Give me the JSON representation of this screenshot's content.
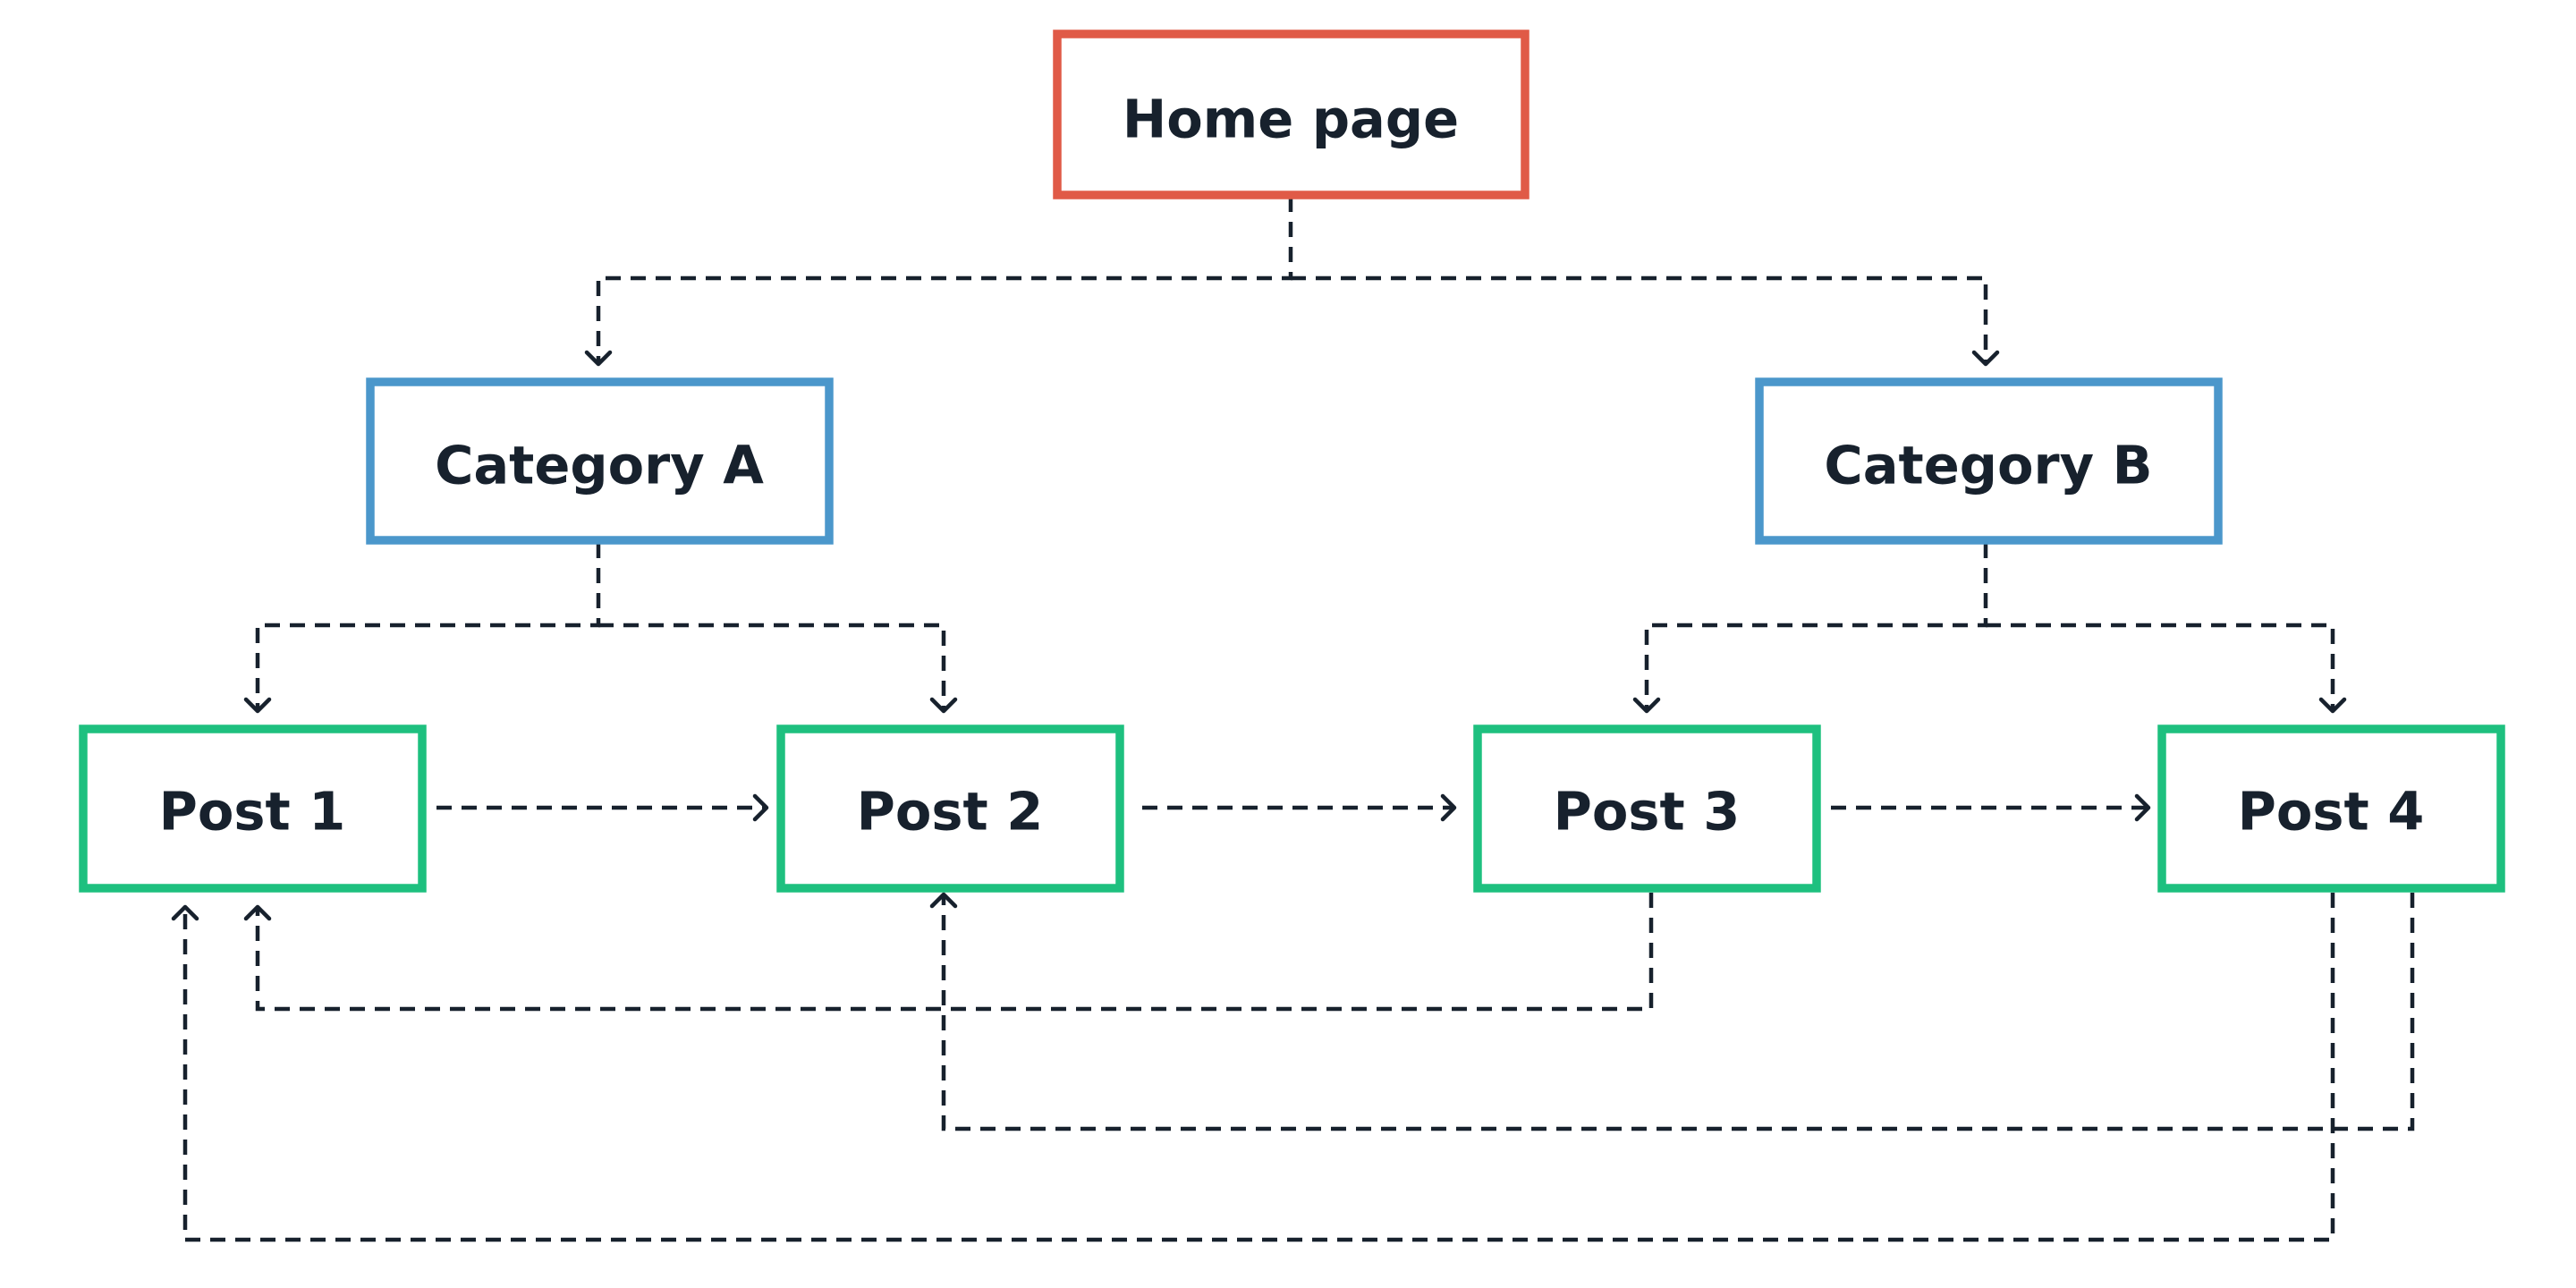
{
  "colors": {
    "background": "#ffffff",
    "home": "#e05a47",
    "category": "#4b97cb",
    "post": "#1ec07f",
    "text": "#17212d",
    "connector": "#17212d"
  },
  "nodes": {
    "home": {
      "label": "Home page"
    },
    "category_a": {
      "label": "Category A"
    },
    "category_b": {
      "label": "Category B"
    },
    "post_1": {
      "label": "Post 1"
    },
    "post_2": {
      "label": "Post 2"
    },
    "post_3": {
      "label": "Post 3"
    },
    "post_4": {
      "label": "Post 4"
    }
  },
  "links": [
    {
      "from": "home",
      "to": "category_a"
    },
    {
      "from": "home",
      "to": "category_b"
    },
    {
      "from": "category_a",
      "to": "post_1"
    },
    {
      "from": "category_a",
      "to": "post_2"
    },
    {
      "from": "category_b",
      "to": "post_3"
    },
    {
      "from": "category_b",
      "to": "post_4"
    },
    {
      "from": "post_1",
      "to": "post_2"
    },
    {
      "from": "post_2",
      "to": "post_3"
    },
    {
      "from": "post_3",
      "to": "post_4"
    },
    {
      "from": "post_3",
      "to": "post_1"
    },
    {
      "from": "post_4",
      "to": "post_2"
    },
    {
      "from": "post_4",
      "to": "post_1"
    }
  ]
}
